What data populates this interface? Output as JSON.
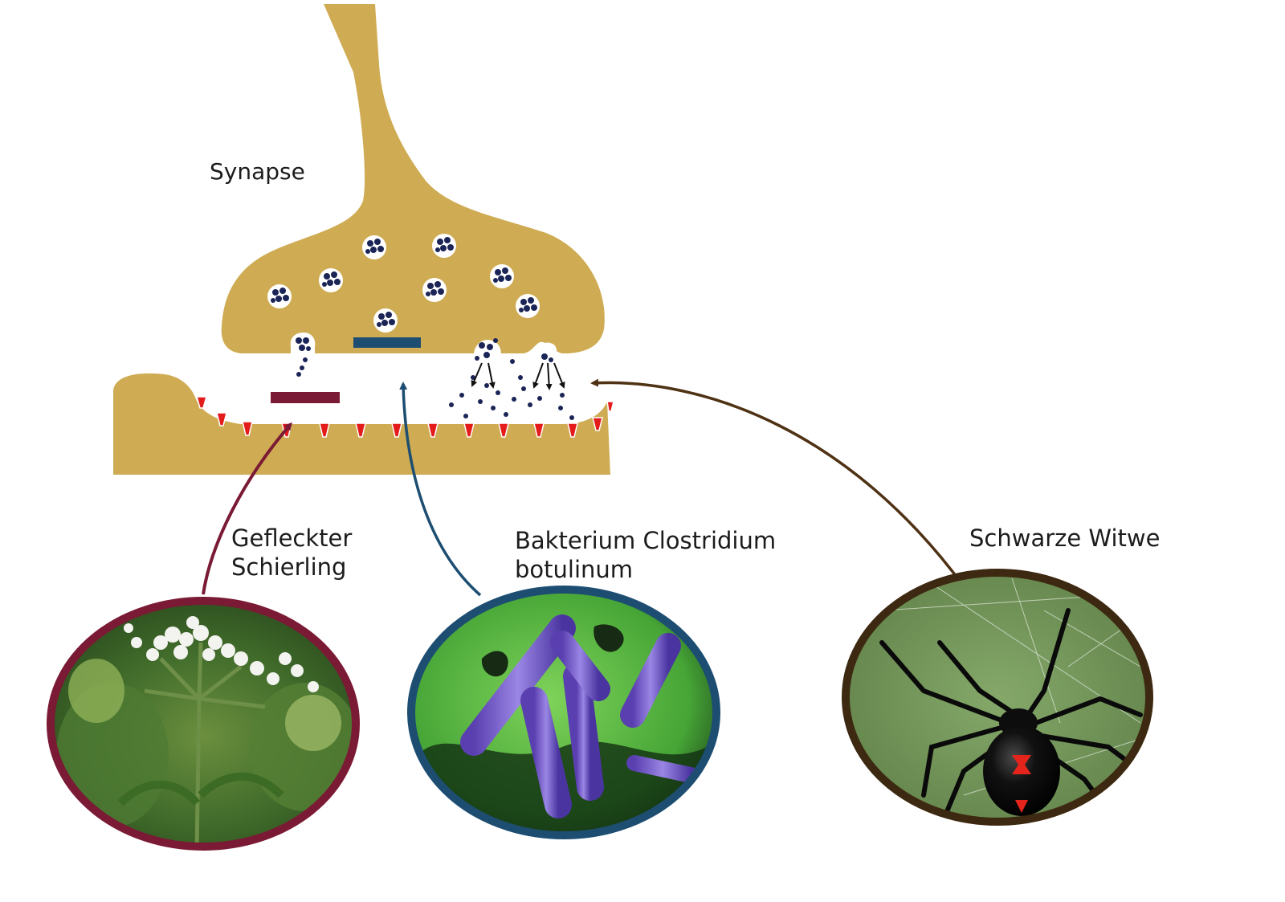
{
  "labels": {
    "synapse": "Synapse",
    "hemlock_line1": "Gefleckter",
    "hemlock_line2": "Schierling",
    "botulinum_line1": "Bakterium Clostridium",
    "botulinum_line2": "botulinum",
    "widow": "Schwarze Witwe"
  },
  "colors": {
    "neuron": "#cfac53",
    "receptor": "#e31b1b",
    "vesicle_dot": "#1b2456",
    "hemlock": "#7a1a34",
    "botulinum": "#1d4e72",
    "widow": "#4f3214"
  },
  "images": [
    {
      "name": "hemlock-photo",
      "subject": "Gefleckter Schierling"
    },
    {
      "name": "clostridium-photo",
      "subject": "Bakterium Clostridium botulinum"
    },
    {
      "name": "black-widow-photo",
      "subject": "Schwarze Witwe"
    }
  ]
}
